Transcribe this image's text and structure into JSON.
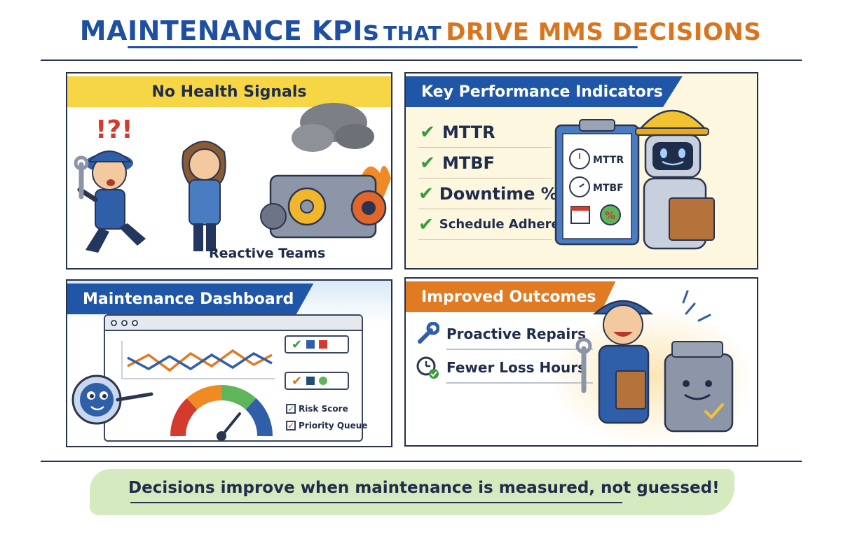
{
  "title": {
    "part1": "MAINTENANCE KPIs",
    "part2": "THAT",
    "part3": "DRIVE MMS DECISIONS"
  },
  "panels": {
    "health": {
      "heading": "No Health Signals",
      "exclaim": "!?!",
      "caption": "Reactive Teams"
    },
    "kpis": {
      "heading": "Key Performance Indicators",
      "items": [
        {
          "label": "MTTR"
        },
        {
          "label": "MTBF"
        },
        {
          "label": "Downtime %"
        },
        {
          "label": "Schedule Adherence"
        }
      ],
      "clipboard": {
        "line1": "MTTR",
        "line2": "MTBF",
        "percent": "%"
      }
    },
    "dashboard": {
      "heading": "Maintenance Dashboard",
      "checklist": [
        {
          "label": "Risk Score",
          "mark": "✓"
        },
        {
          "label": "Priority Queue",
          "mark": "✓"
        }
      ]
    },
    "outcomes": {
      "heading": "Improved Outcomes",
      "items": [
        {
          "label": "Proactive Repairs"
        },
        {
          "label": "Fewer Loss Hours"
        }
      ]
    }
  },
  "footer": {
    "text": "Decisions improve when maintenance is measured, not guessed!"
  },
  "colors": {
    "brand_blue": "#1e4fa0",
    "accent_orange": "#d9751f",
    "banner_yellow": "#f7d646",
    "check_green": "#3a9a3a",
    "footer_green": "#d6eac0"
  },
  "icons": [
    "check-icon",
    "wrench-icon",
    "clock-icon",
    "gauge-icon",
    "robot-icon",
    "magnifier-mascot-icon",
    "machine-icon",
    "clipboard-icon",
    "calendar-icon"
  ]
}
